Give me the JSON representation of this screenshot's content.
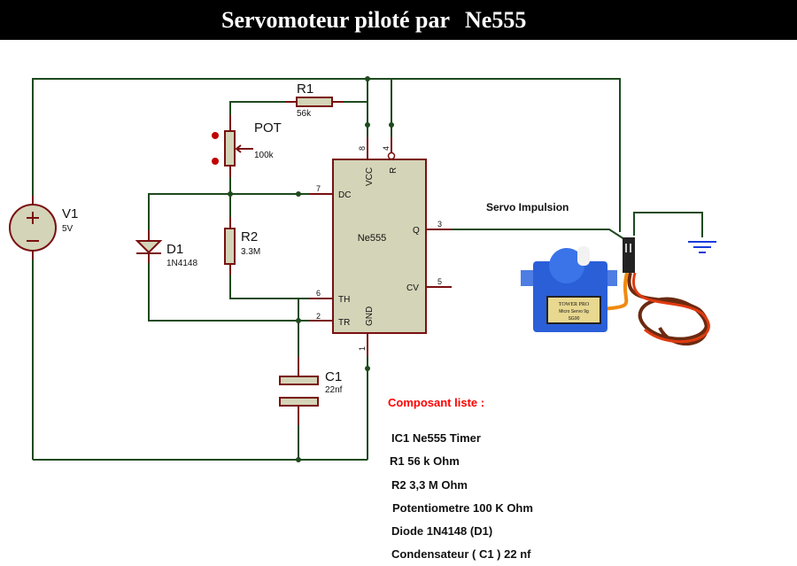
{
  "title": {
    "part1": "Servomoteur piloté par",
    "part2": "Ne555"
  },
  "components": {
    "v1": {
      "name": "V1",
      "value": "5V"
    },
    "r1": {
      "name": "R1",
      "value": "56k"
    },
    "pot": {
      "name": "POT",
      "value": "100k"
    },
    "r2": {
      "name": "R2",
      "value": "3.3M"
    },
    "d1": {
      "name": "D1",
      "value": "1N4148"
    },
    "c1": {
      "name": "C1",
      "value": "22nf"
    },
    "ic": {
      "name": "Ne555",
      "pins": {
        "vcc": "VCC",
        "r": "R",
        "dc": "DC",
        "th": "TH",
        "tr": "TR",
        "gnd": "GND",
        "q": "Q",
        "cv": "CV"
      },
      "pin_numbers": {
        "vcc": "8",
        "r": "4",
        "dc": "7",
        "th": "6",
        "tr": "2",
        "gnd": "1",
        "q": "3",
        "cv": "5"
      }
    }
  },
  "servo_label": "Servo Impulsion",
  "servo_brand": {
    "brand": "TOWER PRO",
    "model": "Micro Servo 9g",
    "code": "SG90"
  },
  "parts_list": {
    "heading": "Composant  liste :",
    "items": [
      "IC1 Ne555 Timer",
      "R1  56 k Ohm",
      "R2   3,3 M Ohm",
      "Potentiometre 100 K Ohm",
      "Diode 1N4148 (D1)",
      "Condensateur ( C1 )  22 nf"
    ]
  },
  "colors": {
    "wire": "#1e4a1e",
    "component": "#7a1010",
    "body": "#d4d4b8",
    "heading": "#ff0000",
    "ground": "#1a3adb",
    "servo": "#2a5fd8"
  }
}
